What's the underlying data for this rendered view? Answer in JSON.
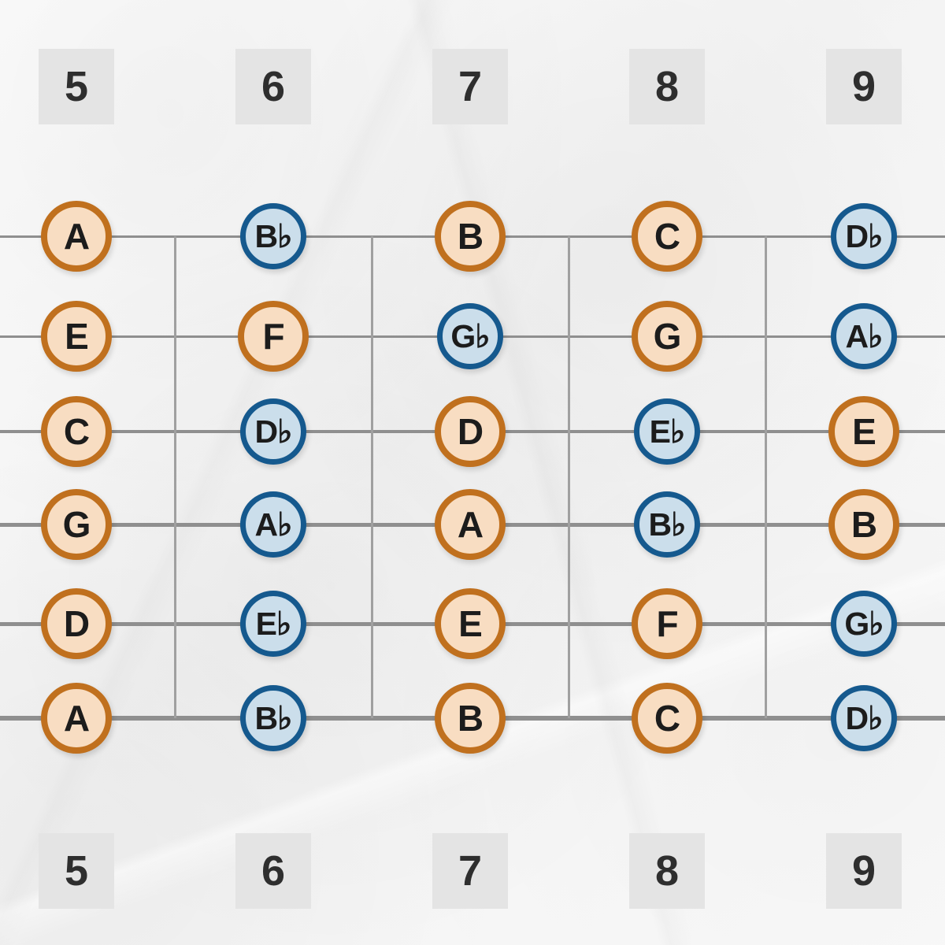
{
  "diagram_title": "guitar-fretboard-notes-frets-5-9",
  "board": {
    "fret_numbers": [
      "5",
      "6",
      "7",
      "8",
      "9"
    ],
    "strings": [
      {
        "name": "string-1",
        "notes": [
          {
            "label": "A",
            "type": "natural"
          },
          {
            "label": "B♭",
            "type": "flat"
          },
          {
            "label": "B",
            "type": "natural"
          },
          {
            "label": "C",
            "type": "natural"
          },
          {
            "label": "D♭",
            "type": "flat"
          }
        ]
      },
      {
        "name": "string-2",
        "notes": [
          {
            "label": "E",
            "type": "natural"
          },
          {
            "label": "F",
            "type": "natural"
          },
          {
            "label": "G♭",
            "type": "flat"
          },
          {
            "label": "G",
            "type": "natural"
          },
          {
            "label": "A♭",
            "type": "flat"
          }
        ]
      },
      {
        "name": "string-3",
        "notes": [
          {
            "label": "C",
            "type": "natural"
          },
          {
            "label": "D♭",
            "type": "flat"
          },
          {
            "label": "D",
            "type": "natural"
          },
          {
            "label": "E♭",
            "type": "flat"
          },
          {
            "label": "E",
            "type": "natural"
          }
        ]
      },
      {
        "name": "string-4",
        "notes": [
          {
            "label": "G",
            "type": "natural"
          },
          {
            "label": "A♭",
            "type": "flat"
          },
          {
            "label": "A",
            "type": "natural"
          },
          {
            "label": "B♭",
            "type": "flat"
          },
          {
            "label": "B",
            "type": "natural"
          }
        ]
      },
      {
        "name": "string-5",
        "notes": [
          {
            "label": "D",
            "type": "natural"
          },
          {
            "label": "E♭",
            "type": "flat"
          },
          {
            "label": "E",
            "type": "natural"
          },
          {
            "label": "F",
            "type": "natural"
          },
          {
            "label": "G♭",
            "type": "flat"
          }
        ]
      },
      {
        "name": "string-6",
        "notes": [
          {
            "label": "A",
            "type": "natural"
          },
          {
            "label": "B♭",
            "type": "flat"
          },
          {
            "label": "B",
            "type": "natural"
          },
          {
            "label": "C",
            "type": "natural"
          },
          {
            "label": "D♭",
            "type": "flat"
          }
        ]
      }
    ]
  },
  "colors": {
    "natural_fill": "#f8ddc2",
    "natural_border": "#c0701e",
    "flat_fill": "#cbdeeb",
    "flat_border": "#15598e",
    "string_line": "#8f8f8f",
    "fret_line": "#a0a0a0",
    "label_bg": "#e4e4e4",
    "label_text": "#2e2e2e",
    "note_text": "#1c1c1c"
  }
}
